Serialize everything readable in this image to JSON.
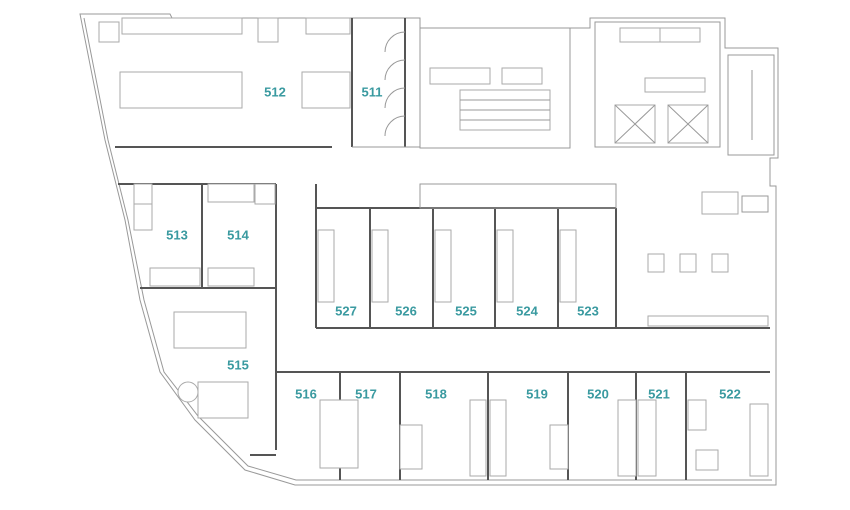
{
  "colors": {
    "label": "#3a9aa0",
    "wall": "#555555",
    "furniture": "#aaaaaa"
  },
  "rooms": [
    {
      "id": "512",
      "label": "512"
    },
    {
      "id": "511",
      "label": "511"
    },
    {
      "id": "513",
      "label": "513"
    },
    {
      "id": "514",
      "label": "514"
    },
    {
      "id": "515",
      "label": "515"
    },
    {
      "id": "516",
      "label": "516"
    },
    {
      "id": "517",
      "label": "517"
    },
    {
      "id": "518",
      "label": "518"
    },
    {
      "id": "519",
      "label": "519"
    },
    {
      "id": "520",
      "label": "520"
    },
    {
      "id": "521",
      "label": "521"
    },
    {
      "id": "522",
      "label": "522"
    },
    {
      "id": "523",
      "label": "523"
    },
    {
      "id": "524",
      "label": "524"
    },
    {
      "id": "525",
      "label": "525"
    },
    {
      "id": "526",
      "label": "526"
    },
    {
      "id": "527",
      "label": "527"
    }
  ]
}
